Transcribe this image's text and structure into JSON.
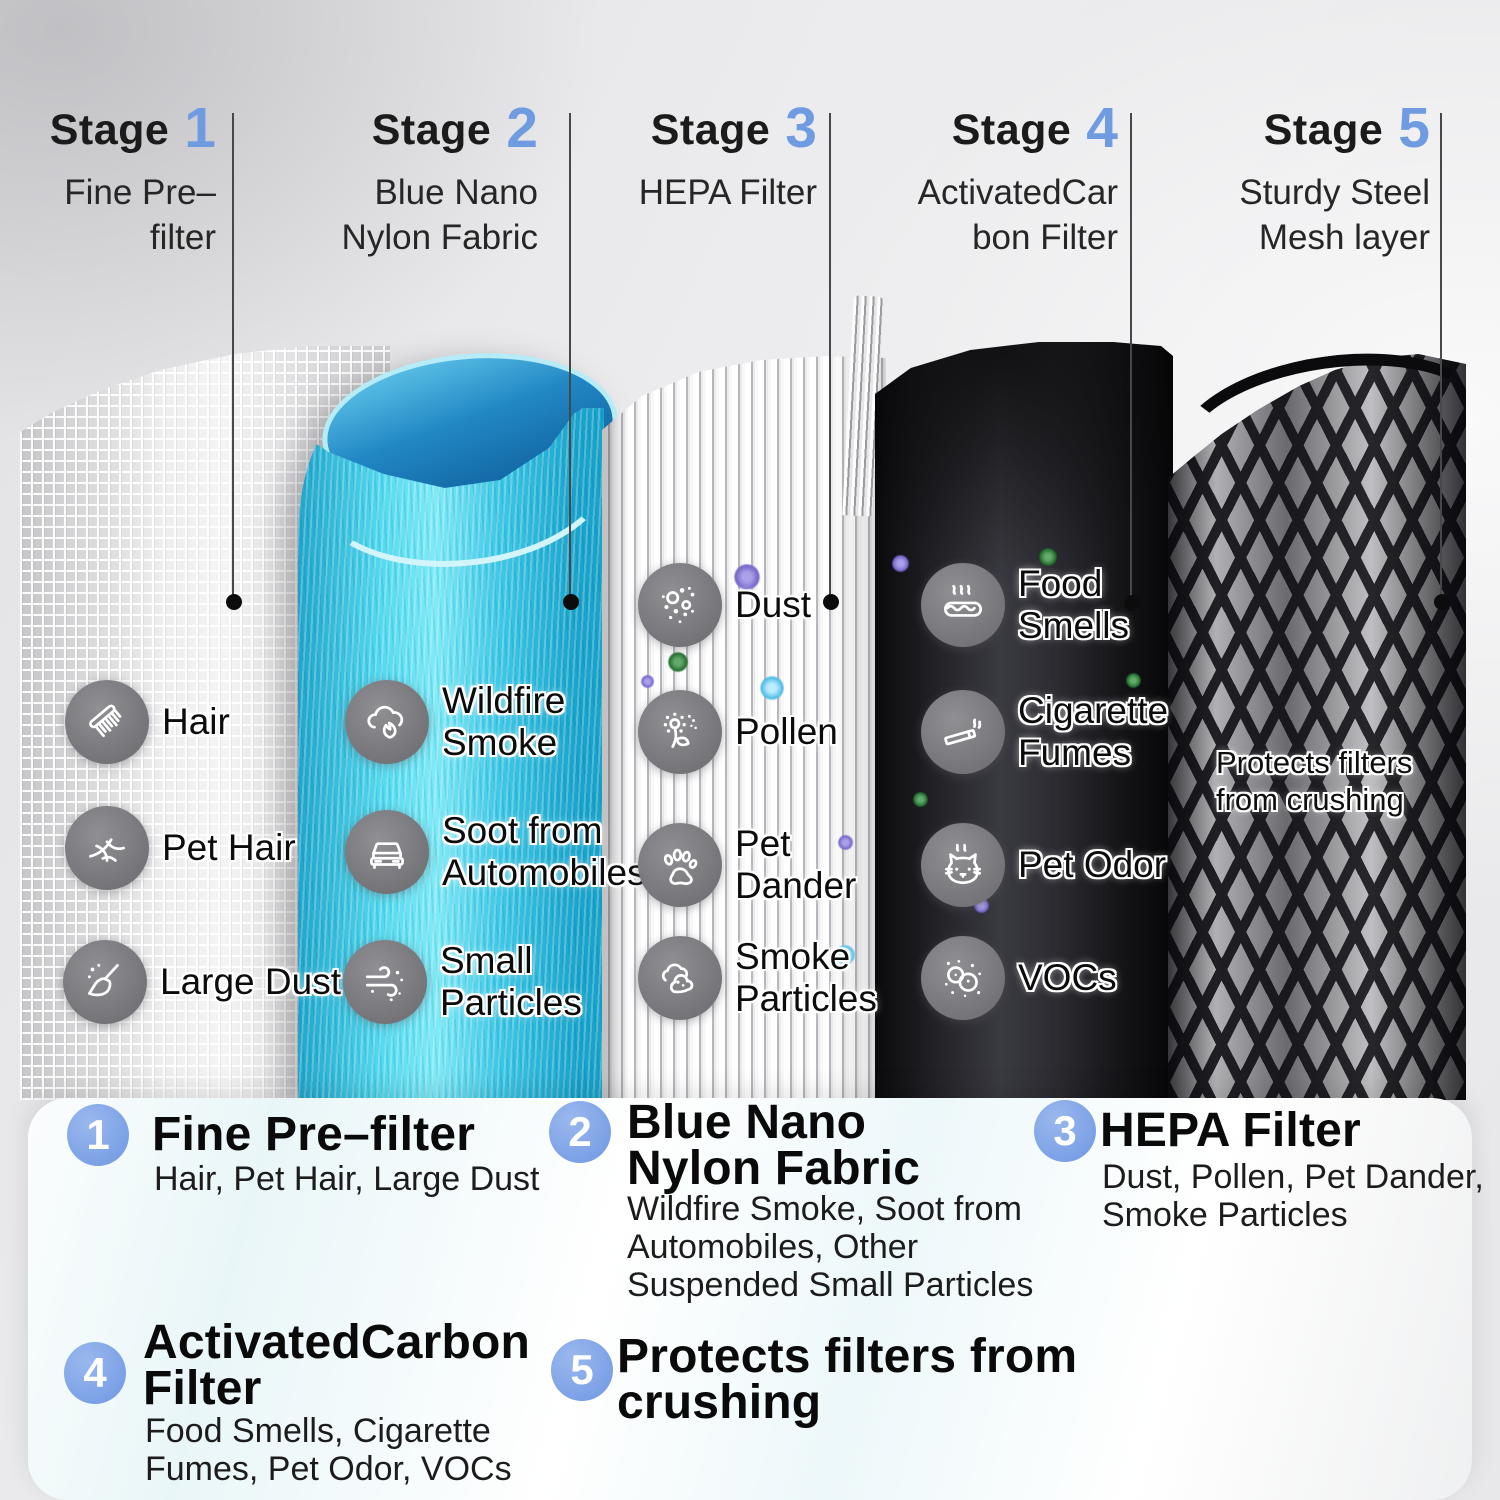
{
  "colors": {
    "accent_blue": "#6f9ce1",
    "badge_blue": "#7ba0e4",
    "nano_cyan": "#45d6ee",
    "carbon_dark": "#2b2b30",
    "leader_line": "#48484a"
  },
  "stage_labels": [
    {
      "word": "Stage",
      "num": "1",
      "sub": "Fine Pre–filter"
    },
    {
      "word": "Stage",
      "num": "2",
      "sub": "Blue Nano\nNylon Fabric"
    },
    {
      "word": "Stage",
      "num": "3",
      "sub": "HEPA Filter"
    },
    {
      "word": "Stage",
      "num": "4",
      "sub": "ActivatedCar\nbon Filter"
    },
    {
      "word": "Stage",
      "num": "5",
      "sub": "Sturdy Steel\nMesh layer"
    }
  ],
  "filter_items": {
    "stage1": [
      {
        "icon": "comb-icon",
        "label": "Hair"
      },
      {
        "icon": "pet-hair-icon",
        "label": "Pet Hair"
      },
      {
        "icon": "broom-icon",
        "label": "Large Dust"
      }
    ],
    "stage2": [
      {
        "icon": "wildfire-smoke-icon",
        "label": "Wildfire\nSmoke"
      },
      {
        "icon": "car-icon",
        "label": "Soot from\nAutomobiles"
      },
      {
        "icon": "wind-icon",
        "label": "Small\nParticles"
      }
    ],
    "stage3": [
      {
        "icon": "dust-icon",
        "label": "Dust"
      },
      {
        "icon": "pollen-icon",
        "label": "Pollen"
      },
      {
        "icon": "paw-icon",
        "label": "Pet\nDander"
      },
      {
        "icon": "smoke-particles-icon",
        "label": "Smoke\nParticles"
      }
    ],
    "stage4": [
      {
        "icon": "food-smells-icon",
        "label": "Food\nSmells"
      },
      {
        "icon": "cigarette-icon",
        "label": "Cigarette\nFumes"
      },
      {
        "icon": "cat-icon",
        "label": "Pet Odor"
      },
      {
        "icon": "vocs-icon",
        "label": "VOCs"
      }
    ],
    "stage5_note": "Protects filters\nfrom crushing"
  },
  "legend": [
    {
      "num": "1",
      "title": "Fine Pre–filter",
      "desc": "Hair, Pet Hair, Large Dust"
    },
    {
      "num": "2",
      "title": "Blue Nano\nNylon Fabric",
      "desc": "Wildfire Smoke, Soot from\nAutomobiles, Other\nSuspended Small Particles"
    },
    {
      "num": "3",
      "title": "HEPA Filter",
      "desc": "Dust, Pollen, Pet Dander,\nSmoke Particles"
    },
    {
      "num": "4",
      "title": "ActivatedCarbon\nFilter",
      "desc": "Food Smells, Cigarette\nFumes, Pet Odor, VOCs"
    },
    {
      "num": "5",
      "title": "Protects filters from\ncrushing",
      "desc": ""
    }
  ]
}
